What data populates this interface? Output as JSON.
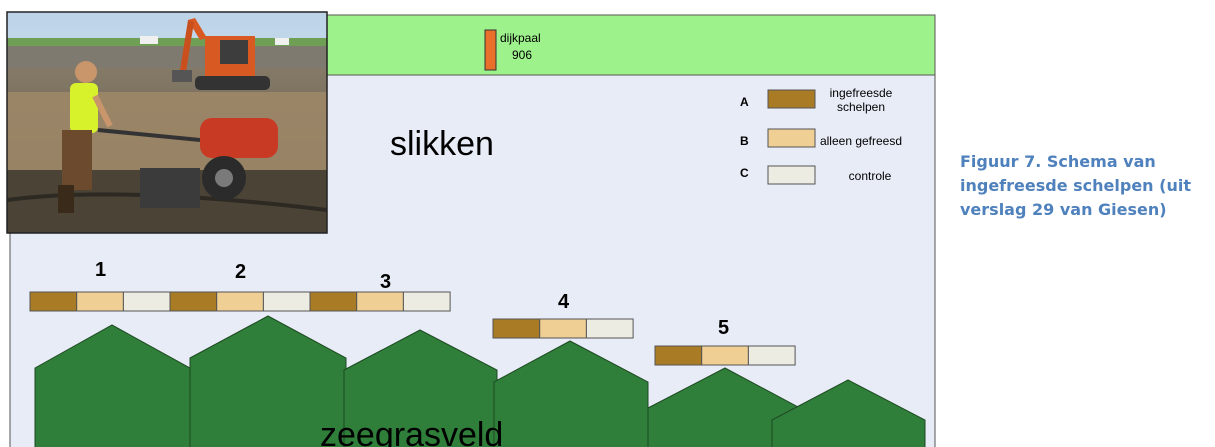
{
  "dyke_marker": {
    "label_line1": "dijkpaal",
    "label_line2": "906",
    "color": "#e8702a"
  },
  "zones": {
    "mudflat_label": "slikken",
    "seagrass_label": "zeegrasveld",
    "mudflat_color": "#e8ecf6",
    "dyke_strip_color": "#9ef28c",
    "seagrass_color": "#2f7f3a"
  },
  "legend": [
    {
      "letter": "A",
      "label_lines": [
        "ingefreesde",
        "schelpen"
      ],
      "color": "#a87b24"
    },
    {
      "letter": "B",
      "label_lines": [
        "alleen gefreesd"
      ],
      "color": "#f0cf95"
    },
    {
      "letter": "C",
      "label_lines": [
        "controle"
      ],
      "color": "#ecece2"
    }
  ],
  "plots": [
    {
      "number": "1",
      "treatments": [
        "A",
        "B",
        "C"
      ]
    },
    {
      "number": "2",
      "treatments": [
        "A",
        "B",
        "C"
      ]
    },
    {
      "number": "3",
      "treatments": [
        "A",
        "B",
        "C"
      ]
    },
    {
      "number": "4",
      "treatments": [
        "A",
        "B",
        "C"
      ]
    },
    {
      "number": "5",
      "treatments": [
        "A",
        "B",
        "C"
      ]
    }
  ],
  "photo": {
    "subject": "man-operating-rotary-tiller-on-mudflat-with-excavator"
  },
  "caption": {
    "lines": [
      "Figuur 7. Schema van",
      "ingefreesde schelpen (uit",
      "verslag 29 van Giesen)"
    ],
    "color": "#4f81bd"
  }
}
